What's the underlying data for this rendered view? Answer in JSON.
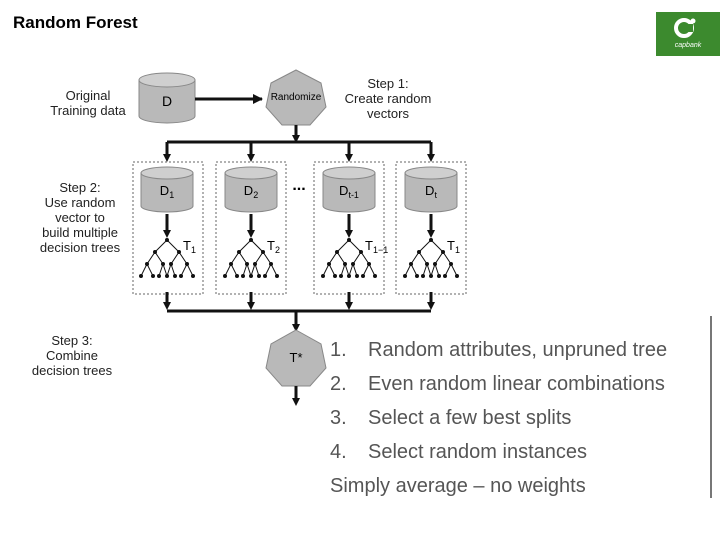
{
  "slide": {
    "title": "Random Forest",
    "logo_text": "capbank",
    "colors": {
      "cylinder": "#b9b9b9",
      "hexagon": "#b9b9b9",
      "logo": "#3c8a2e",
      "list_text": "#555555"
    }
  },
  "diagram": {
    "original_label": [
      "Original",
      "Training data"
    ],
    "step1_label": [
      "Step 1:",
      "Create random",
      "vectors"
    ],
    "step2_label": [
      "Step 2:",
      "Use random",
      "vector to",
      "build multiple",
      "decision trees"
    ],
    "step3_label": [
      "Step 3:",
      "Combine",
      "decision trees"
    ],
    "source_cylinder": "D",
    "randomize_node": "Randomize",
    "ellipsis": "...",
    "combined_node": "T*",
    "subsets": [
      {
        "d": "D",
        "d_sub": "1",
        "t": "T",
        "t_sub": "1"
      },
      {
        "d": "D",
        "d_sub": "2",
        "t": "T",
        "t_sub": "2"
      },
      {
        "d": "D",
        "d_sub": "t-1",
        "t": "T",
        "t_sub": "1−1"
      },
      {
        "d": "D",
        "d_sub": "t",
        "t": "T",
        "t_sub": "1"
      }
    ]
  },
  "list": {
    "items": [
      {
        "num": "1.",
        "text": "Random attributes, unpruned tree"
      },
      {
        "num": "2.",
        "text": "Even random linear combinations"
      },
      {
        "num": "3.",
        "text": "Select a few best splits"
      },
      {
        "num": "4.",
        "text": "Select random instances"
      }
    ],
    "summary": "Simply average – no weights"
  }
}
